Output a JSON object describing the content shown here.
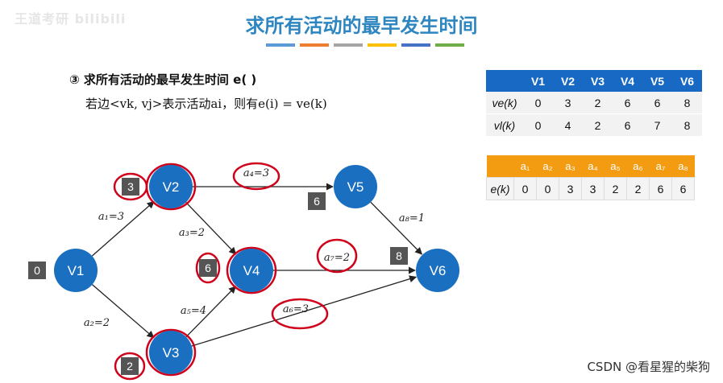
{
  "watermark_top": "王道考研 bilibili",
  "title": "求所有活动的最早发生时间",
  "accent_colors": [
    "#5b9bd5",
    "#ed7d31",
    "#a5a5a5",
    "#ffc000",
    "#4472c4",
    "#70ad47"
  ],
  "heading": "③ 求所有活动的最早发生时间 e( )",
  "formula": "若边<vk, vj>表示活动ai，则有e(i) = ve(k)",
  "graph": {
    "nodes": [
      {
        "id": "V1",
        "ve": "0"
      },
      {
        "id": "V2",
        "ve": "3"
      },
      {
        "id": "V3",
        "ve": "2"
      },
      {
        "id": "V4",
        "ve": "6"
      },
      {
        "id": "V5",
        "ve": "6"
      },
      {
        "id": "V6",
        "ve": "8"
      }
    ],
    "edges": [
      {
        "from": "V1",
        "to": "V2",
        "label": "a₁=3"
      },
      {
        "from": "V1",
        "to": "V3",
        "label": "a₂=2"
      },
      {
        "from": "V2",
        "to": "V4",
        "label": "a₃=2"
      },
      {
        "from": "V2",
        "to": "V5",
        "label": "a₄=3"
      },
      {
        "from": "V3",
        "to": "V4",
        "label": "a₅=4"
      },
      {
        "from": "V3",
        "to": "V6",
        "label": "a₆=3"
      },
      {
        "from": "V4",
        "to": "V6",
        "label": "a₇=2"
      },
      {
        "from": "V5",
        "to": "V6",
        "label": "a₈=1"
      }
    ]
  },
  "table_vertex": {
    "headers": [
      "",
      "V1",
      "V2",
      "V3",
      "V4",
      "V5",
      "V6"
    ],
    "rows": [
      [
        "ve(k)",
        "0",
        "3",
        "2",
        "6",
        "6",
        "8"
      ],
      [
        "vl(k)",
        "0",
        "4",
        "2",
        "6",
        "7",
        "8"
      ]
    ],
    "header_color": "#1769c3"
  },
  "table_activity": {
    "headers": [
      "",
      "a₁",
      "a₂",
      "a₃",
      "a₄",
      "a₅",
      "a₆",
      "a₇",
      "a₈"
    ],
    "rows": [
      [
        "e(k)",
        "0",
        "0",
        "3",
        "3",
        "2",
        "2",
        "6",
        "6"
      ]
    ],
    "header_color": "#f39c12"
  },
  "watermark_bottom": "CSDN @看星猩的柴狗"
}
